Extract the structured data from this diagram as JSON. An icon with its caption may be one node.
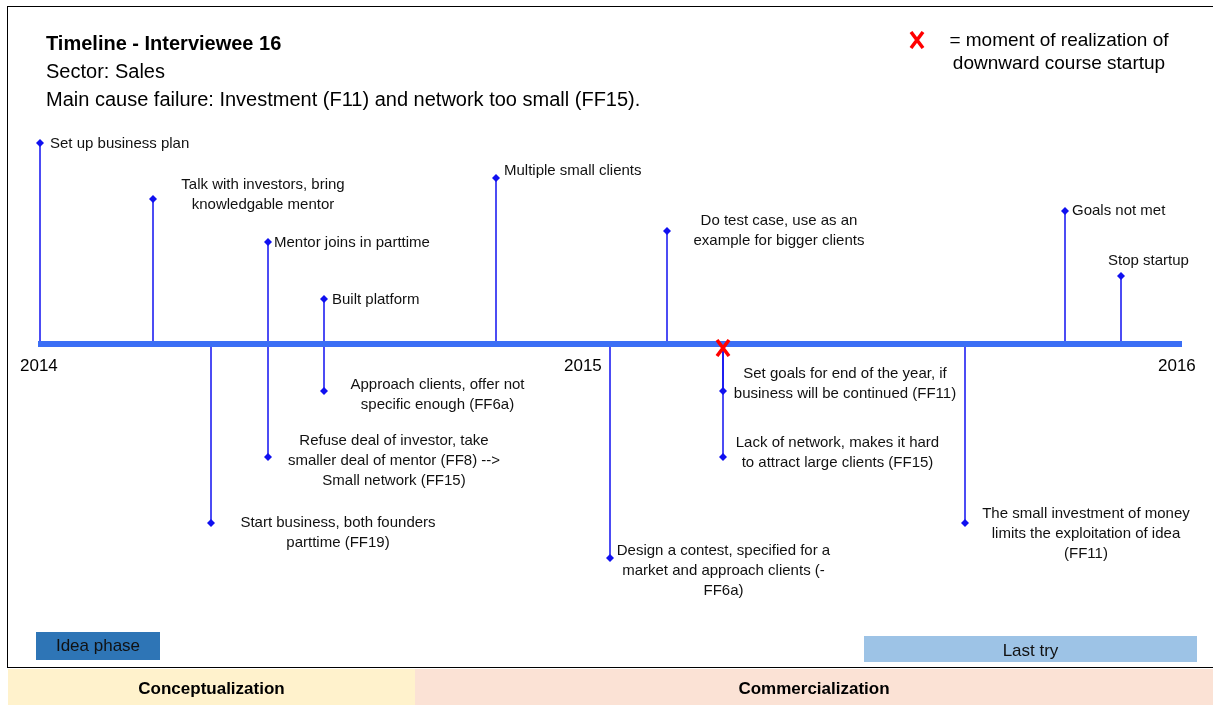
{
  "diagram": {
    "title": "Timeline - Interviewee 16",
    "nodes": [
      {
        "text": [],
        "shape": "bar"
      },
      {
        "text": [
          "Set up business plan"
        ]
      },
      {
        "text": [
          "Talk with investors, bring knowledgable mentor"
        ]
      },
      {
        "text": [
          "Start business, both founders parttime (FF19)"
        ]
      },
      {
        "text": [
          "Mentor joins in parttime"
        ]
      },
      {
        "text": [
          "Refuse deal of investor, take smaller deal of mentor (FF8) --> Small network (FF15)"
        ]
      },
      {
        "text": [
          "Built platform"
        ]
      },
      {
        "text": [
          "Approach clients, offer not specific enough (FF6a)"
        ]
      },
      {
        "text": [
          "Multiple small clients"
        ]
      },
      {
        "text": [
          "Design a contest, specified for a market and approach clients (-FF6a)"
        ]
      },
      {
        "text": [
          "Do test case, use as an example for bigger clients"
        ]
      },
      {
        "text": [
          "Set goals for end of the year, if business will be continued (FF11)"
        ]
      },
      {
        "text": [
          "Lack of network, makes it hard to attract large clients (FF15)"
        ]
      },
      {
        "text": [
          "The small investment of money limits the exploitation of idea (FF11)"
        ]
      },
      {
        "text": [
          "Goals not met"
        ]
      },
      {
        "text": [
          "Stop startup"
        ]
      },
      {
        "text": [
          "Idea phase"
        ]
      },
      {
        "text": [
          "Last try"
        ]
      },
      {
        "text": [
          "Conceptualization"
        ]
      },
      {
        "text": [
          "Commercialization"
        ]
      }
    ],
    "edges": [
      {
        "from": 1,
        "to": 0,
        "arrow": "other"
      },
      {
        "from": 2,
        "to": 0,
        "arrow": "other"
      },
      {
        "from": 3,
        "to": 0,
        "arrow": "other"
      },
      {
        "from": 4,
        "to": 0,
        "arrow": "other"
      },
      {
        "from": 5,
        "to": 0,
        "arrow": "other"
      },
      {
        "from": 6,
        "to": 0,
        "arrow": "other"
      },
      {
        "from": 7,
        "to": 0,
        "arrow": "other"
      },
      {
        "from": 8,
        "to": 0,
        "arrow": "other"
      },
      {
        "from": 9,
        "to": 0,
        "arrow": "other"
      },
      {
        "from": 10,
        "to": 0,
        "arrow": "other"
      },
      {
        "from": 11,
        "to": 0,
        "arrow": "other"
      },
      {
        "from": 12,
        "to": 0,
        "arrow": "other"
      },
      {
        "from": 13,
        "to": 0,
        "arrow": "other"
      },
      {
        "from": 14,
        "to": 0,
        "arrow": "other"
      },
      {
        "from": 15,
        "to": 0,
        "arrow": "other"
      }
    ],
    "labels": [
      "Sector: Sales",
      "Main cause failure: Investment (F11) and network too small (FF15).",
      "2014",
      "2015",
      "2016"
    ],
    "legend": [
      {
        "text": "= moment of realization of downward course startup"
      }
    ]
  }
}
